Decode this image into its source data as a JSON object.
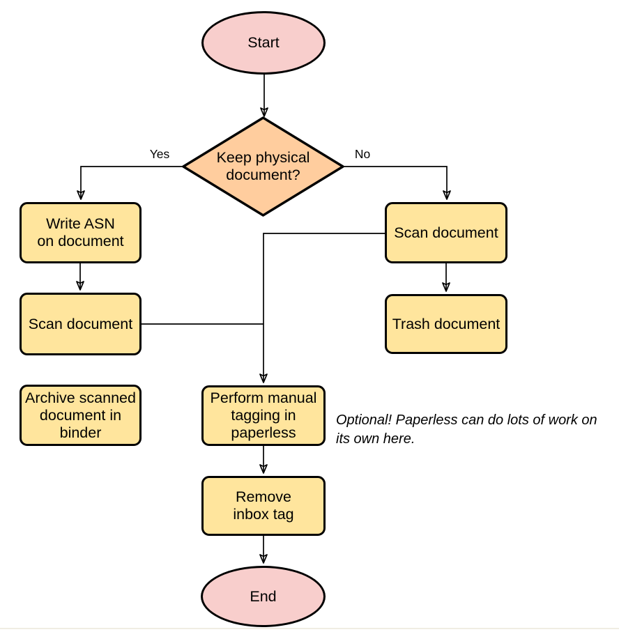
{
  "flowchart": {
    "nodes": {
      "start": {
        "label": "Start"
      },
      "decision": {
        "label": "Keep physical\ndocument?"
      },
      "write_asn": {
        "label": "Write ASN\non document"
      },
      "scan_left": {
        "label": "Scan document"
      },
      "archive": {
        "label": "Archive scanned\ndocument in\nbinder"
      },
      "scan_right": {
        "label": "Scan document"
      },
      "trash": {
        "label": "Trash document"
      },
      "tagging": {
        "label": "Perform manual\ntagging in\npaperless"
      },
      "remove_inbox": {
        "label": "Remove\ninbox tag"
      },
      "end": {
        "label": "End"
      }
    },
    "edge_labels": {
      "yes": "Yes",
      "no": "No"
    },
    "annotation": "Optional! Paperless can do lots of work on\nits own here.",
    "colors": {
      "terminator_fill": "#F8CECC",
      "decision_fill": "#FFCD9E",
      "process_fill": "#FFE59D",
      "stroke": "#000000"
    }
  }
}
